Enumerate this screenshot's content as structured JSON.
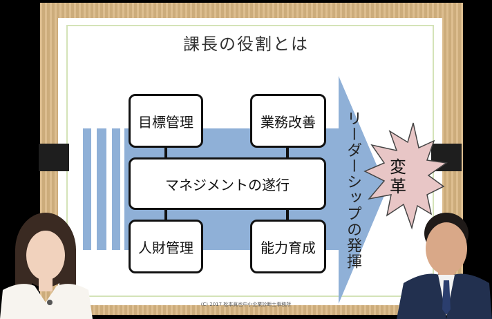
{
  "slide": {
    "title": "課長の役割とは",
    "boxes": {
      "goal_management": "目標管理",
      "business_improvement": "業務改善",
      "management_execution": "マネジメントの遂行",
      "talent_management": "人財管理",
      "skill_development": "能力育成"
    },
    "arrow_text": "リーダーシップの発揮",
    "burst_text": "変革",
    "copyright": "(C) 2017 松本眞也中小企業診断士事務所"
  },
  "colors": {
    "arrow_blue": "#8fb0d7",
    "burst_pink": "#e8c6c6",
    "frame_wood": "#d9b783"
  }
}
